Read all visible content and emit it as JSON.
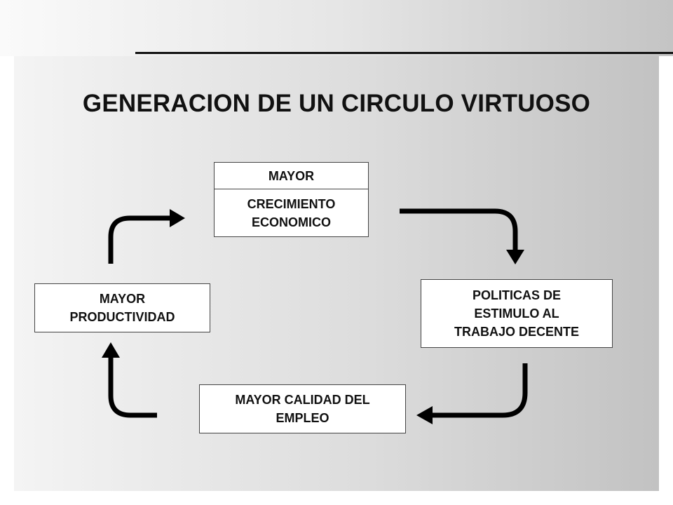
{
  "slide": {
    "title": "GENERACION DE UN CIRCULO VIRTUOSO"
  },
  "diagram": {
    "nodes": [
      {
        "id": "crecimiento",
        "line1": "MAYOR",
        "line2": "CRECIMIENTO\nECONOMICO"
      },
      {
        "id": "politicas",
        "text": "POLITICAS DE\nESTIMULO AL\nTRABAJO DECENTE"
      },
      {
        "id": "calidad",
        "text": "MAYOR CALIDAD DEL\nEMPLEO"
      },
      {
        "id": "productividad",
        "text": "MAYOR\nPRODUCTIVIDAD"
      }
    ],
    "edges": [
      {
        "from": "crecimiento",
        "to": "politicas"
      },
      {
        "from": "politicas",
        "to": "calidad"
      },
      {
        "from": "calidad",
        "to": "productividad"
      },
      {
        "from": "productividad",
        "to": "crecimiento"
      }
    ]
  }
}
